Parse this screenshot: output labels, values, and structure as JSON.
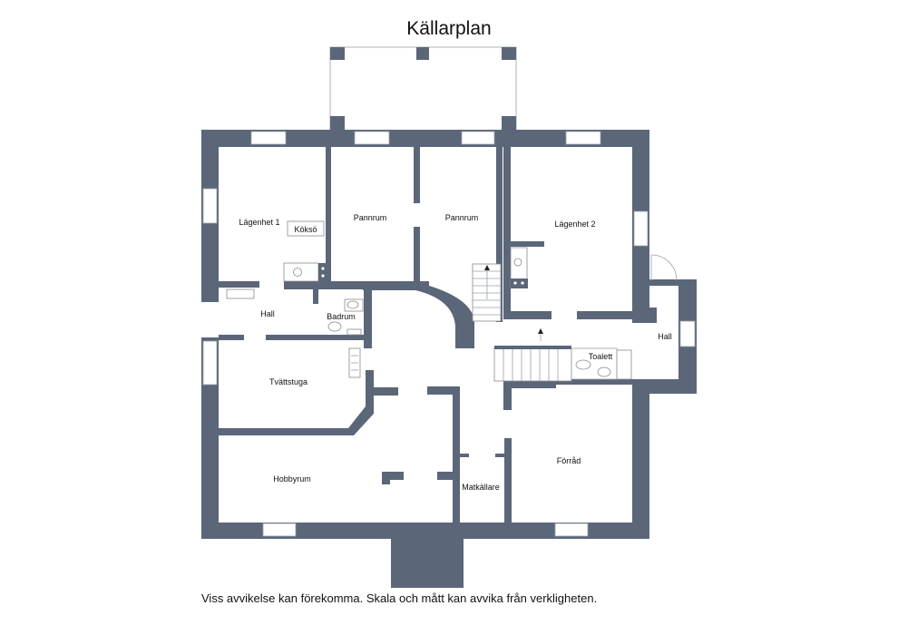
{
  "title": "Källarplan",
  "disclaimer": "Viss avvikelse kan förekomma. Skala och mått kan avvika från verkligheten.",
  "rooms": {
    "lagenhet1": "Lägenhet 1",
    "kokso": "Köksö",
    "pannrum_left": "Pannrum",
    "pannrum_right": "Pannrum",
    "lagenhet2": "Lägenhet 2",
    "hall_left": "Hall",
    "badrum": "Badrum",
    "hall_right": "Hall",
    "toalett": "Toalett",
    "tvattstuga": "Tvättstuga",
    "hobbyrum": "Hobbyrum",
    "matkallare": "Matkällare",
    "forrad": "Förråd"
  },
  "colors": {
    "wall": "#5b6679",
    "background": "#ffffff"
  }
}
